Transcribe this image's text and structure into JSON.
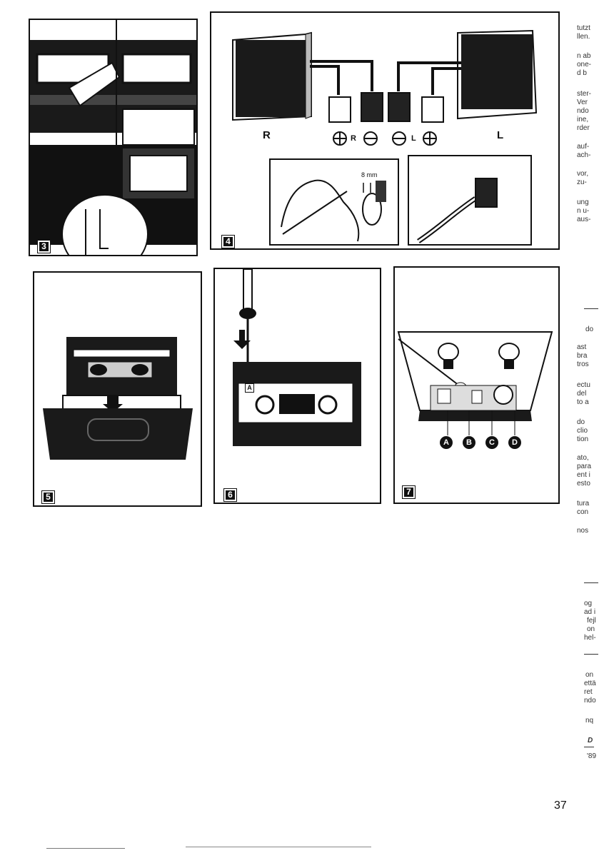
{
  "figures": {
    "fig3": {
      "number": "3"
    },
    "fig4": {
      "number": "4",
      "right_label": "R",
      "left_label": "L",
      "right_polarity": "R",
      "left_polarity": "L",
      "measure": "8 mm"
    },
    "fig5": {
      "number": "5"
    },
    "fig6": {
      "number": "6",
      "side_label": "A"
    },
    "fig7": {
      "number": "7",
      "parts": [
        "A",
        "B",
        "C",
        "D"
      ]
    }
  },
  "margin_fragments": [
    "tutzt",
    "llen.",
    "n ab",
    "one-",
    "d b",
    "ster-",
    "Ver",
    "ndo",
    "ine,",
    "rder",
    "auf-",
    "ach-",
    "vor,",
    "zu-",
    "ung",
    "n u-",
    "aus-",
    "do",
    "ast",
    "bra",
    "tros",
    "ectu",
    "del",
    "to a",
    "do",
    "clio",
    "tion",
    "ato,",
    "para",
    "ent i",
    "esto",
    "tura",
    "con",
    "nos",
    "og",
    "ad i",
    "fejl",
    "on",
    "hel-",
    "on",
    "että",
    "ret",
    "ndo",
    "nq",
    "D",
    "'89"
  ],
  "page_number": "37"
}
